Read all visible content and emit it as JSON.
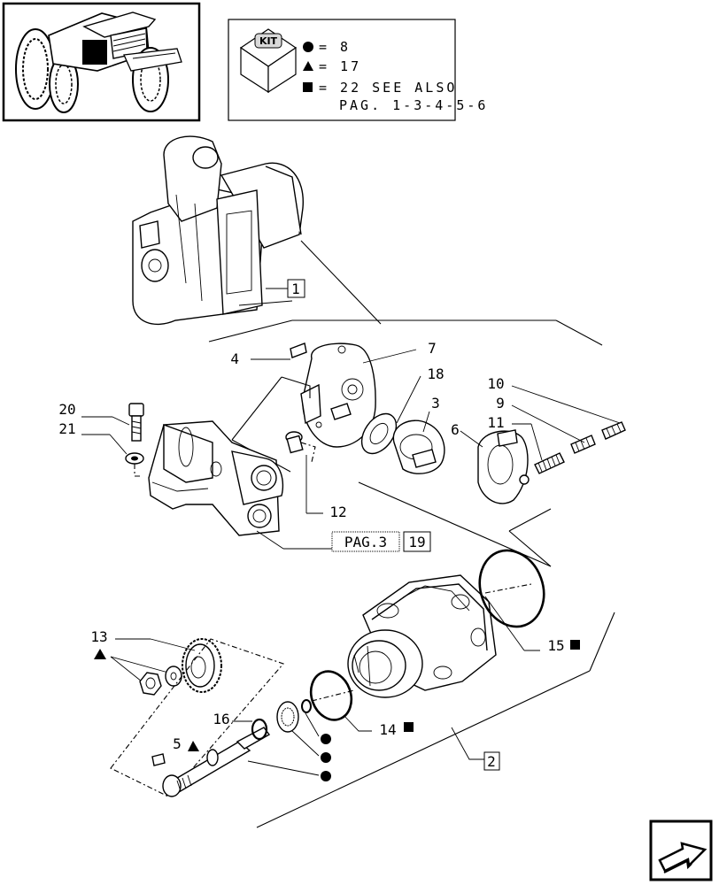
{
  "kit_legend": {
    "kit_label": "KIT",
    "circle_qty": "= 8",
    "triangle_qty": "= 17",
    "square_qty": "= 22 SEE ALSO",
    "see_also_pages": "PAG. 1-3-4-5-6"
  },
  "callouts": {
    "p1": "1",
    "p2": "2",
    "p3": "3",
    "p4": "4",
    "p5": "5",
    "p6": "6",
    "p7": "7",
    "p9": "9",
    "p10": "10",
    "p11": "11",
    "p12": "12",
    "p13": "13",
    "p14": "14",
    "p15": "15",
    "p16": "16",
    "p18": "18",
    "p19": "19",
    "p20": "20",
    "p21": "21",
    "pag3": "PAG.3"
  },
  "icons": {
    "thumbnail": "tractor-thumbnail-icon",
    "kit": "kit-box-icon",
    "next_page": "next-page-arrow-icon"
  }
}
